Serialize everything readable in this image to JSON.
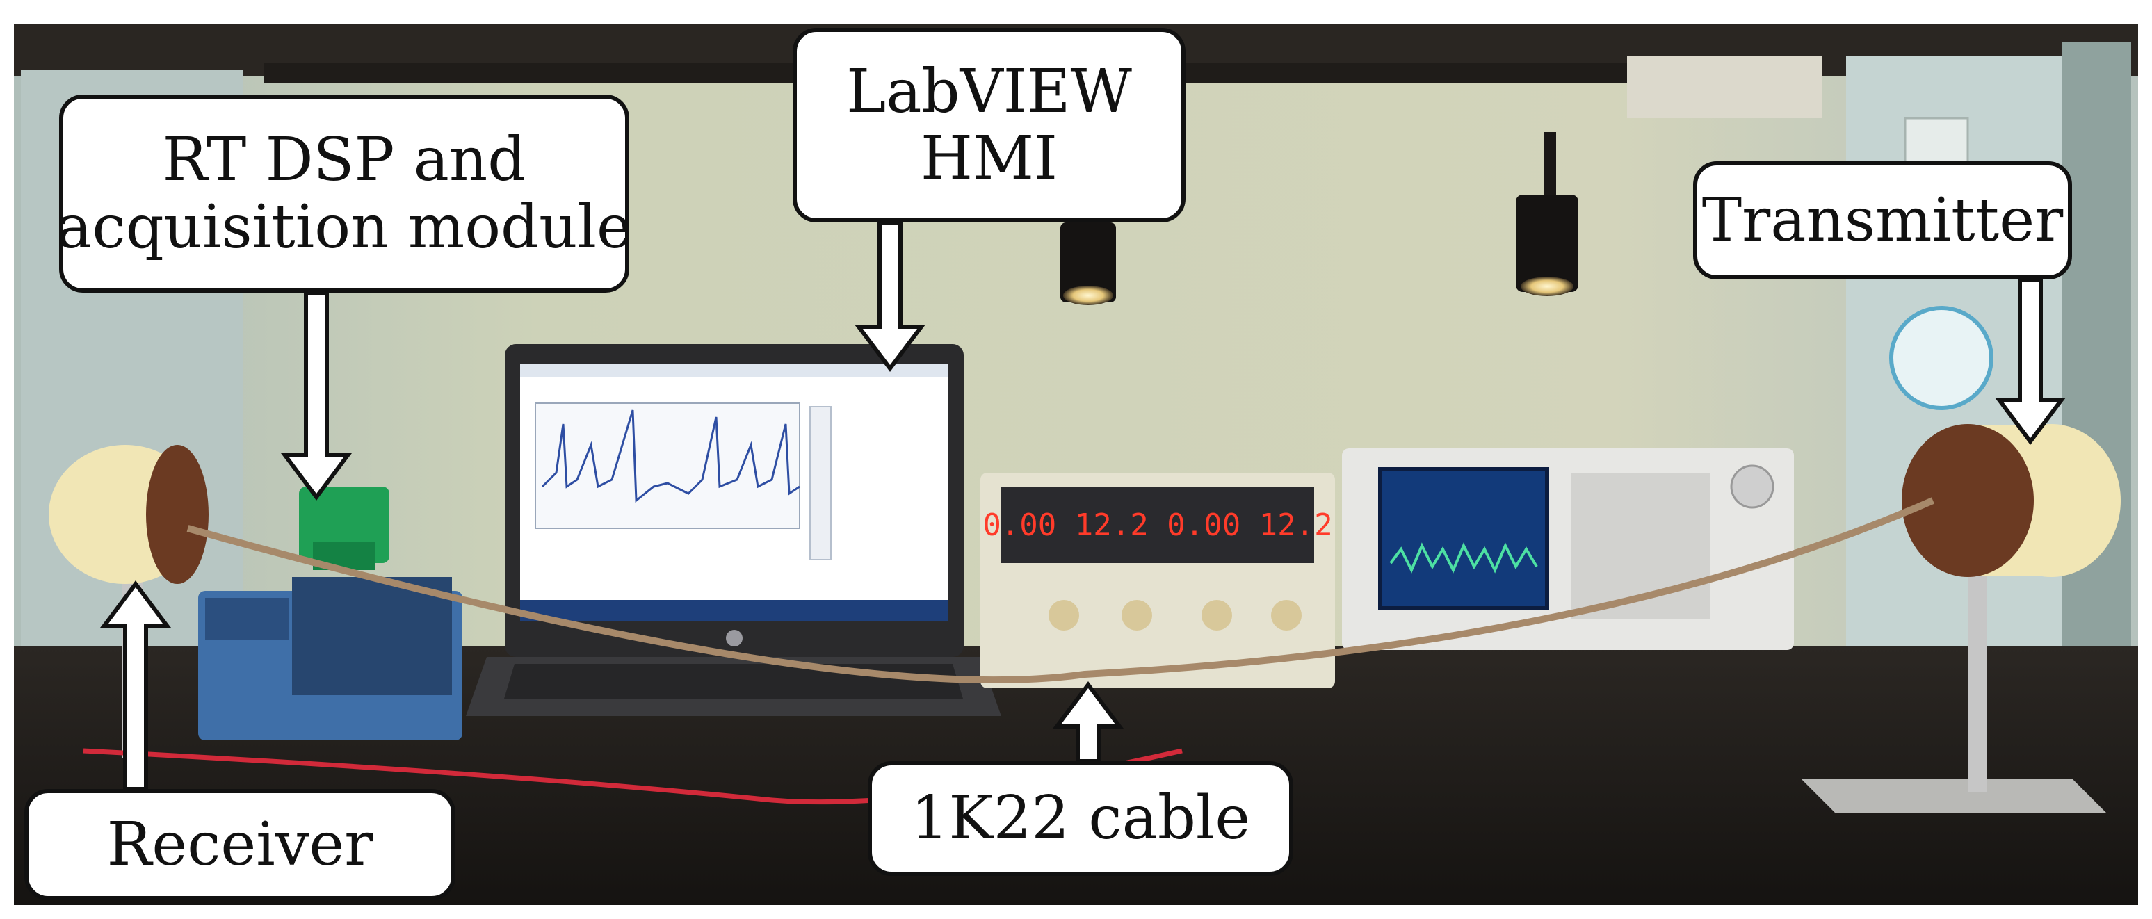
{
  "labels": {
    "rt_dsp_line1": "RT DSP and",
    "rt_dsp_line2": "acquisition module",
    "labview_line1": "LabVIEW",
    "labview_line2": "HMI",
    "transmitter": "Transmitter",
    "receiver": "Receiver",
    "cable": "1K22 cable"
  },
  "screen_text": {
    "generator_display": "0.00  12.2  0.00  12.2"
  },
  "colors": {
    "wall": "#c8cdb2",
    "desk": "#1d1a17",
    "frame": "#2a2622",
    "coil": "#f1e6b5",
    "coil_face": "#6b3a22",
    "cable": "#a7896a",
    "laptop_screen": "#ffffff",
    "display_red": "#ff3b2a"
  }
}
